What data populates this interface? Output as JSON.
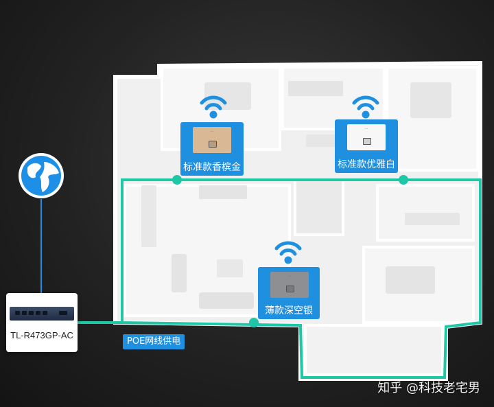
{
  "colors": {
    "cable": "#1fc7a6",
    "card": "#1f8fe0",
    "wifi": "#1f8fe0",
    "background": "#222222",
    "floor": "#f3f3f3",
    "wall": "#ffffff"
  },
  "icons": {
    "globe": "globe-icon",
    "wifi": "wifi-signal-icon",
    "router": "router-device-icon"
  },
  "access_points": [
    {
      "label": "标准款香槟金",
      "finish": "#d9b896"
    },
    {
      "label": "标准款优雅白",
      "finish": "#f7f7f7"
    },
    {
      "label": "薄款深空银",
      "finish": "#8d8f93"
    }
  ],
  "router": {
    "model": "TL-R473GP-AC"
  },
  "poe_label": "POE网线供电",
  "watermark": "知乎 @科技老宅男"
}
